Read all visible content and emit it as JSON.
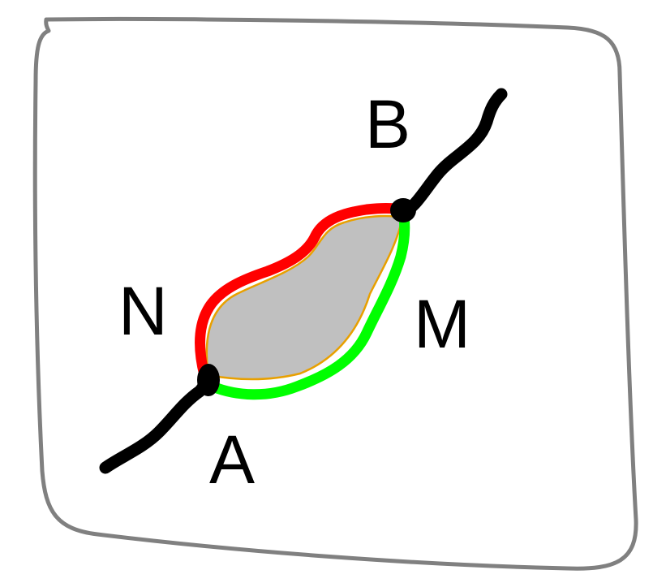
{
  "labels": {
    "b": "B",
    "n": "N",
    "m": "M",
    "a": "A"
  },
  "colors": {
    "frame": "#808080",
    "path": "#000000",
    "arc_n": "#ff0000",
    "arc_m": "#00ff00",
    "region_fill": "#c0c0c0",
    "region_edge": "#e8a000"
  }
}
